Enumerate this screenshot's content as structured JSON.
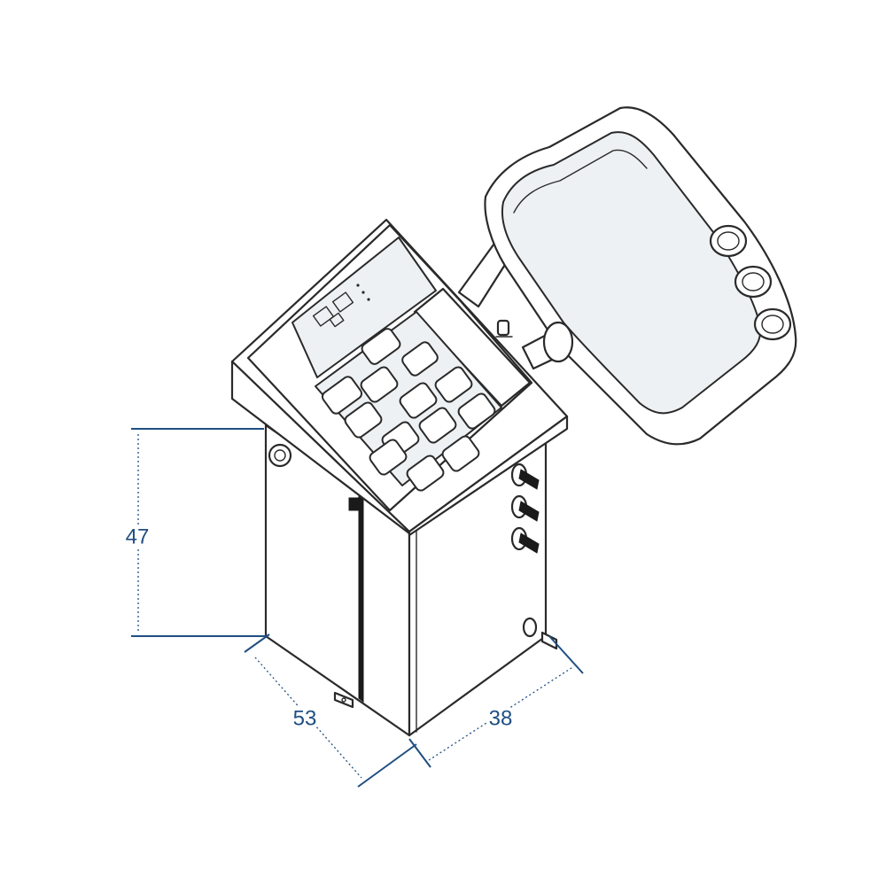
{
  "diagram": {
    "dimensions": {
      "height": "47",
      "depth": "53",
      "width": "38"
    },
    "colors": {
      "dimension": "#1f4f82",
      "outline": "#2a2a2a",
      "background": "#ffffff"
    },
    "icons": [
      "wheel-balancer-machine-icon"
    ]
  }
}
